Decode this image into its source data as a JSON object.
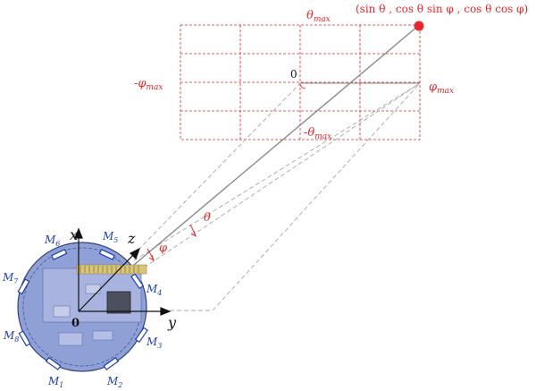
{
  "labels": {
    "point_formula": "(sin θ , cos θ sin φ , cos θ cos φ)",
    "theta_max_top": "θ",
    "theta_max_top_sub": "max",
    "theta_max_bottom": "-θ",
    "theta_max_bottom_sub": "max",
    "phi_max_left": "-φ",
    "phi_max_left_sub": "max",
    "phi_max_right": "φ",
    "phi_max_right_sub": "max",
    "grid_origin": "0",
    "theta_angle": "θ",
    "phi_angle": "φ",
    "axis_x": "x",
    "axis_y": "y",
    "axis_z": "z",
    "origin": "0"
  },
  "mics": [
    {
      "letter": "M",
      "sub": "1"
    },
    {
      "letter": "M",
      "sub": "2"
    },
    {
      "letter": "M",
      "sub": "3"
    },
    {
      "letter": "M",
      "sub": "4"
    },
    {
      "letter": "M",
      "sub": "5"
    },
    {
      "letter": "M",
      "sub": "6"
    },
    {
      "letter": "M",
      "sub": "7"
    },
    {
      "letter": "M",
      "sub": "8"
    }
  ],
  "colors": {
    "accent_red": "#e8262b",
    "mic_blue": "#1f3fb0",
    "board_fill": "#8fa0d6",
    "ray_gray": "#8a8a8a",
    "dash_gray": "#a8a8a8"
  }
}
